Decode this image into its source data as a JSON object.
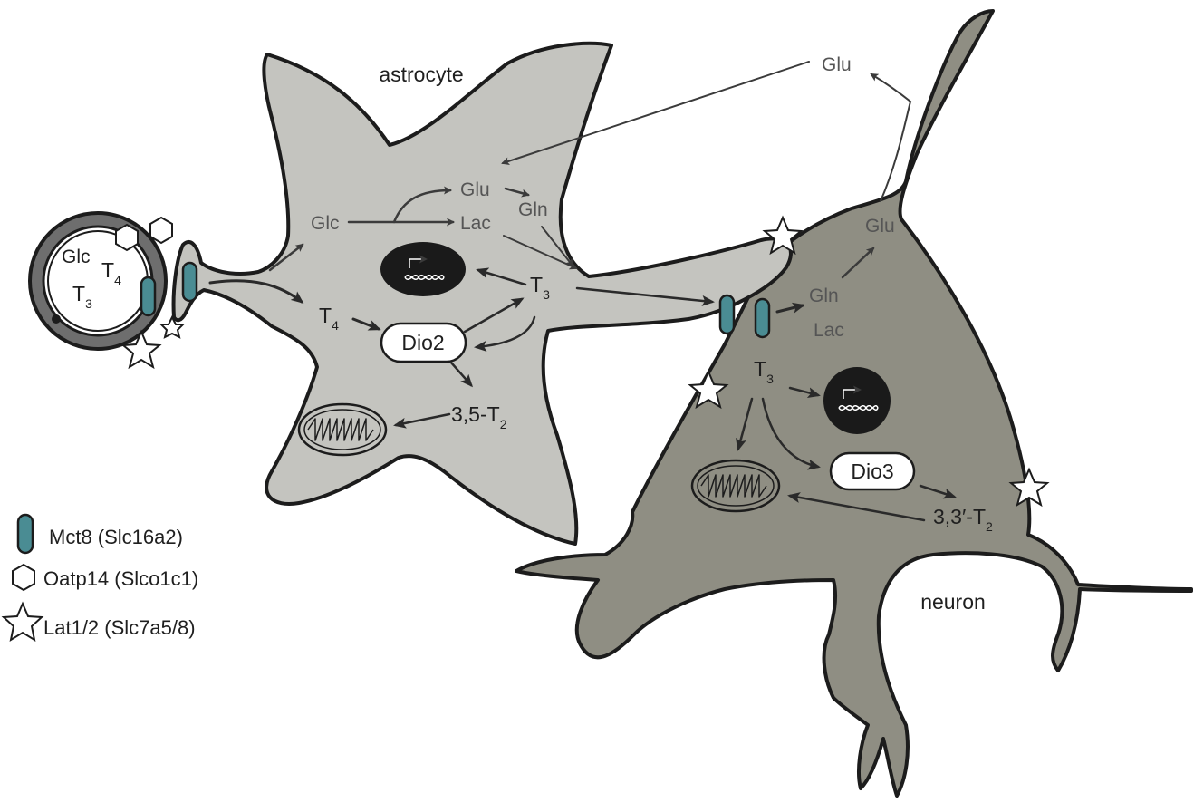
{
  "colors": {
    "astrocyte_fill": "#c4c4bf",
    "neuron_fill": "#8f8e83",
    "outline": "#1c1c1c",
    "vessel_wall": "#6e6e6e",
    "transporter_mct8": "#4a8c93",
    "arrow": "#3b3b3b",
    "nucleus": "#1a1a1a"
  },
  "labels": {
    "astrocyte": "astrocyte",
    "neuron": "neuron",
    "vessel_glc": "Glc",
    "vessel_t4_base": "T",
    "vessel_t4_sub": "4",
    "vessel_t3_base": "T",
    "vessel_t3_sub": "3",
    "astro_glc": "Glc",
    "astro_glu": "Glu",
    "astro_gln": "Gln",
    "astro_lac": "Lac",
    "astro_t4_base": "T",
    "astro_t4_sub": "4",
    "astro_t3_base": "T",
    "astro_t3_sub": "3",
    "dio2": "Dio2",
    "astro_t2_base": "3,5-T",
    "astro_t2_sub": "2",
    "glu_top": "Glu",
    "neuron_glu": "Glu",
    "neuron_gln": "Gln",
    "neuron_lac": "Lac",
    "neuron_t3_base": "T",
    "neuron_t3_sub": "3",
    "dio3": "Dio3",
    "neuron_t2_base": "3,3′-T",
    "neuron_t2_sub": "2"
  },
  "legend": {
    "mct8": "Mct8 (Slc16a2)",
    "oatp14": "Oatp14 (Slco1c1)",
    "lat": "Lat1/2 (Slc7a5/8)"
  },
  "icons": {
    "transporter": "capsule-icon",
    "oatp": "hexagon-icon",
    "lat": "star-icon",
    "nucleus": "gene-promoter-icon",
    "mitochondrion": "mitochondrion-icon"
  }
}
